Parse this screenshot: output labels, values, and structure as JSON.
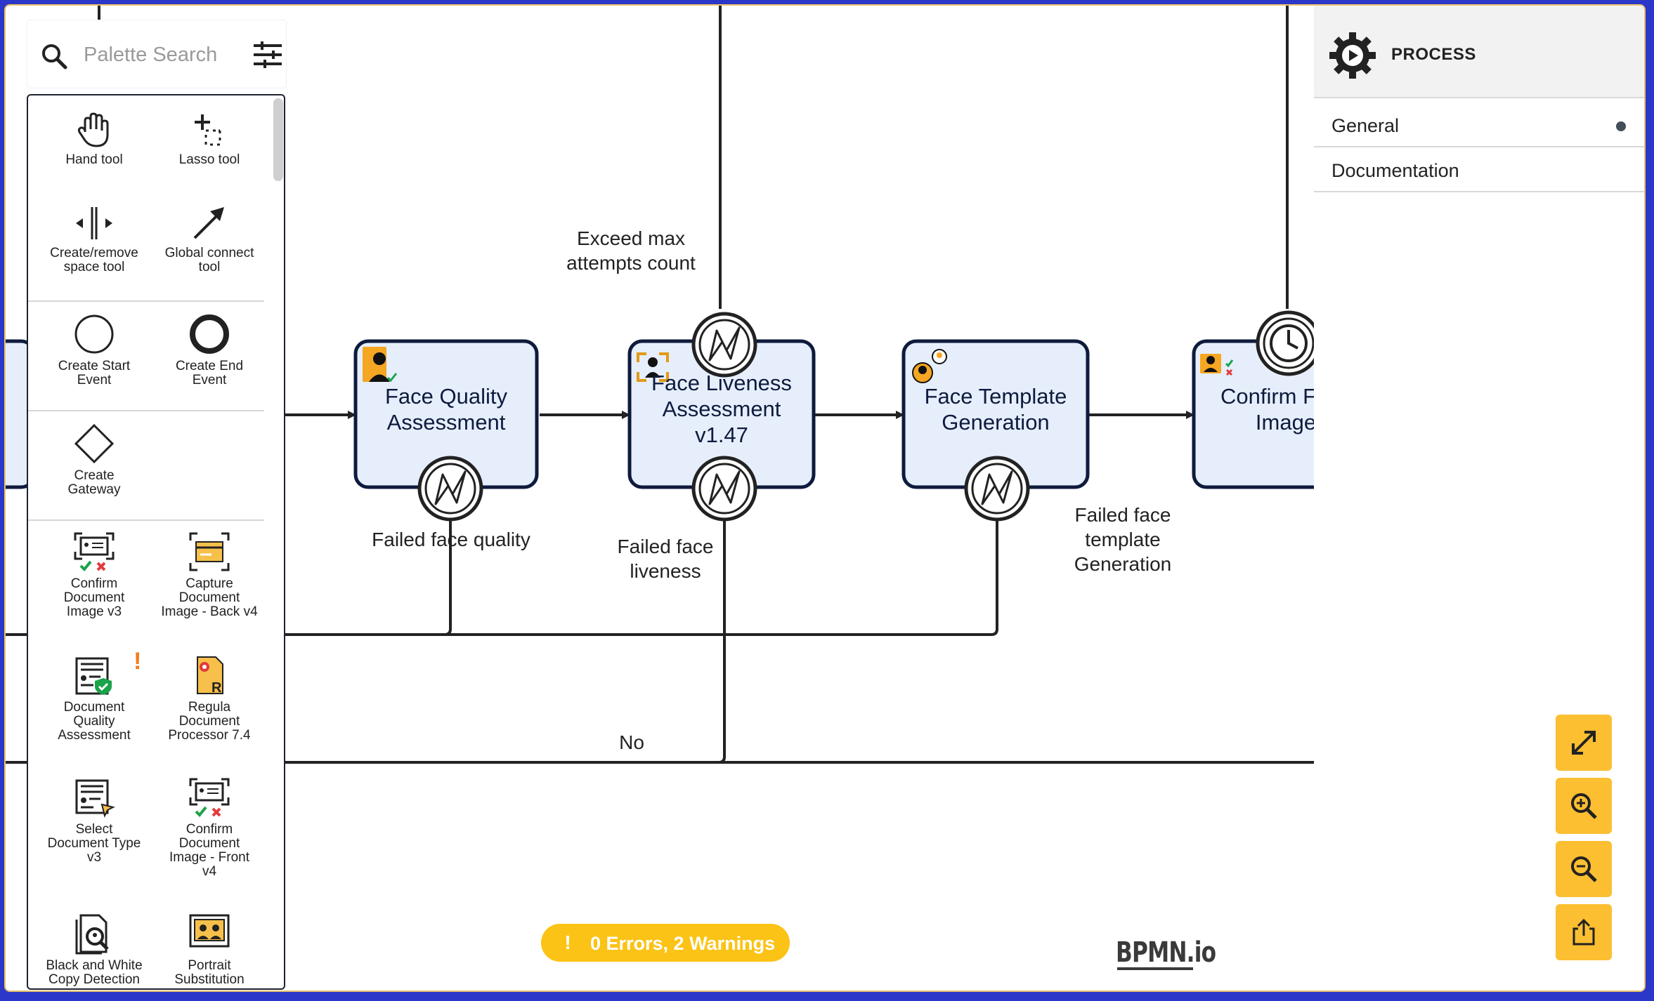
{
  "search": {
    "placeholder": "Palette Search"
  },
  "palette": {
    "items": [
      {
        "label": "Hand tool"
      },
      {
        "label": "Lasso tool"
      },
      {
        "label": "Create/remove\nspace tool"
      },
      {
        "label": "Global connect\ntool"
      },
      {
        "label": "Create Start\nEvent"
      },
      {
        "label": "Create End\nEvent"
      },
      {
        "label": "Create\nGateway"
      },
      {
        "label": "Confirm\nDocument\nImage v3"
      },
      {
        "label": "Capture\nDocument\nImage - Back v4"
      },
      {
        "label": "Document\nQuality\nAssessment"
      },
      {
        "label": "Regula\nDocument\nProcessor 7.4"
      },
      {
        "label": "Select\nDocument Type\nv3"
      },
      {
        "label": "Confirm\nDocument\nImage - Front\nv4"
      },
      {
        "label": "Black and White\nCopy Detection"
      },
      {
        "label": "Portrait\nSubstitution"
      }
    ],
    "warning_mark": "!"
  },
  "diagram": {
    "tasks": {
      "face_quality": "Face Quality\nAssessment",
      "face_liveness": "Face Liveness\nAssessment\nv1.47",
      "face_template": "Face Template\nGeneration",
      "confirm_face": "Confirm Face\nImage"
    },
    "labels": {
      "exceed_max": "Exceed max\nattempts count",
      "failed_quality": "Failed face quality",
      "failed_liveness": "Failed face\nliveness",
      "failed_template": "Failed face\ntemplate\nGeneration",
      "no": "No"
    }
  },
  "props": {
    "title": "PROCESS",
    "groups": [
      {
        "label": "General"
      },
      {
        "label": "Documentation"
      }
    ]
  },
  "status": {
    "text": "0 Errors, 2 Warnings"
  },
  "watermark": "BPMN.io",
  "colors": {
    "accent": "#fbbf31",
    "task_fill": "#e6eefc",
    "task_stroke": "#0e1b3d",
    "warning": "#fbc316"
  }
}
